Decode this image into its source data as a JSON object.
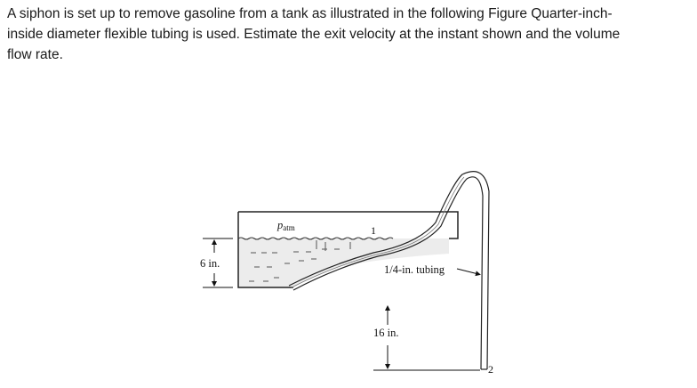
{
  "problem": {
    "lines": [
      "A siphon is set up to remove gasoline from a tank as illustrated in the following Figure Quarter-inch-",
      "inside diameter flexible tubing is used. Estimate the exit velocity at the instant shown and the volume",
      "flow rate."
    ]
  },
  "figure": {
    "p_atm_main": "p",
    "p_atm_sub": "atm",
    "point_1": "1",
    "point_2": "2",
    "depth_label": "6 in.",
    "tubing_label": "1/4-in. tubing",
    "drop_label": "16 in."
  }
}
